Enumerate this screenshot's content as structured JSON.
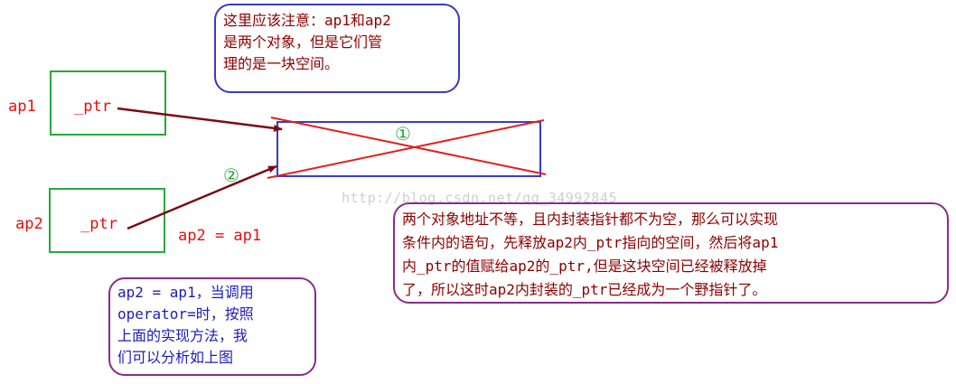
{
  "labels": {
    "ap1": "ap1",
    "ap2": "ap2",
    "ptr1": "_ptr",
    "ptr2": "_ptr",
    "assign": "ap2 = ap1",
    "step1": "①",
    "step2": "②"
  },
  "notes": {
    "top": [
      "这里应该注意：ap1和ap2",
      "是两个对象，但是它们管",
      "理的是一块空间。"
    ],
    "right": [
      "两个对象地址不等，且内封装指针都不为空，那么可以实现",
      "条件内的语句，先释放ap2内_ptr指向的空间，然后将ap1",
      "内_ptr的值赋给ap2的_ptr,但是这块空间已经被释放掉",
      "了，所以这时ap2内封装的_ptr已经成为一个野指针了。"
    ],
    "bottom": [
      "ap2 = ap1，当调用",
      "operator=时，按照",
      "上面的实现方法，我",
      "们可以分析如上图"
    ]
  },
  "watermark": "http://blog.csdn.net/qq_34992845",
  "colors": {
    "object_box": "#2aa83a",
    "memory_box": "#3a3acc",
    "cross": "#e02020",
    "arrow": "#7a0a14",
    "label_red": "#e01010",
    "step_green": "#2aa83a"
  }
}
